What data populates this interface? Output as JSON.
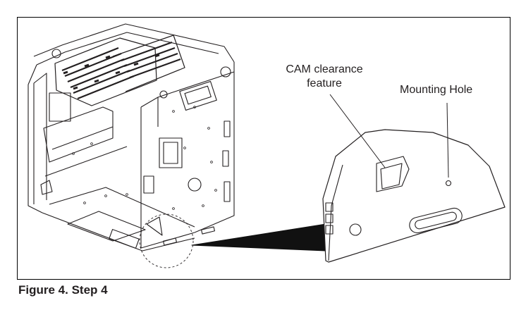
{
  "figure": {
    "caption": "Figure 4. Step 4",
    "callouts": {
      "cam_clearance_line1": "CAM clearance",
      "cam_clearance_line2": "feature",
      "mounting_hole": "Mounting Hole"
    }
  }
}
